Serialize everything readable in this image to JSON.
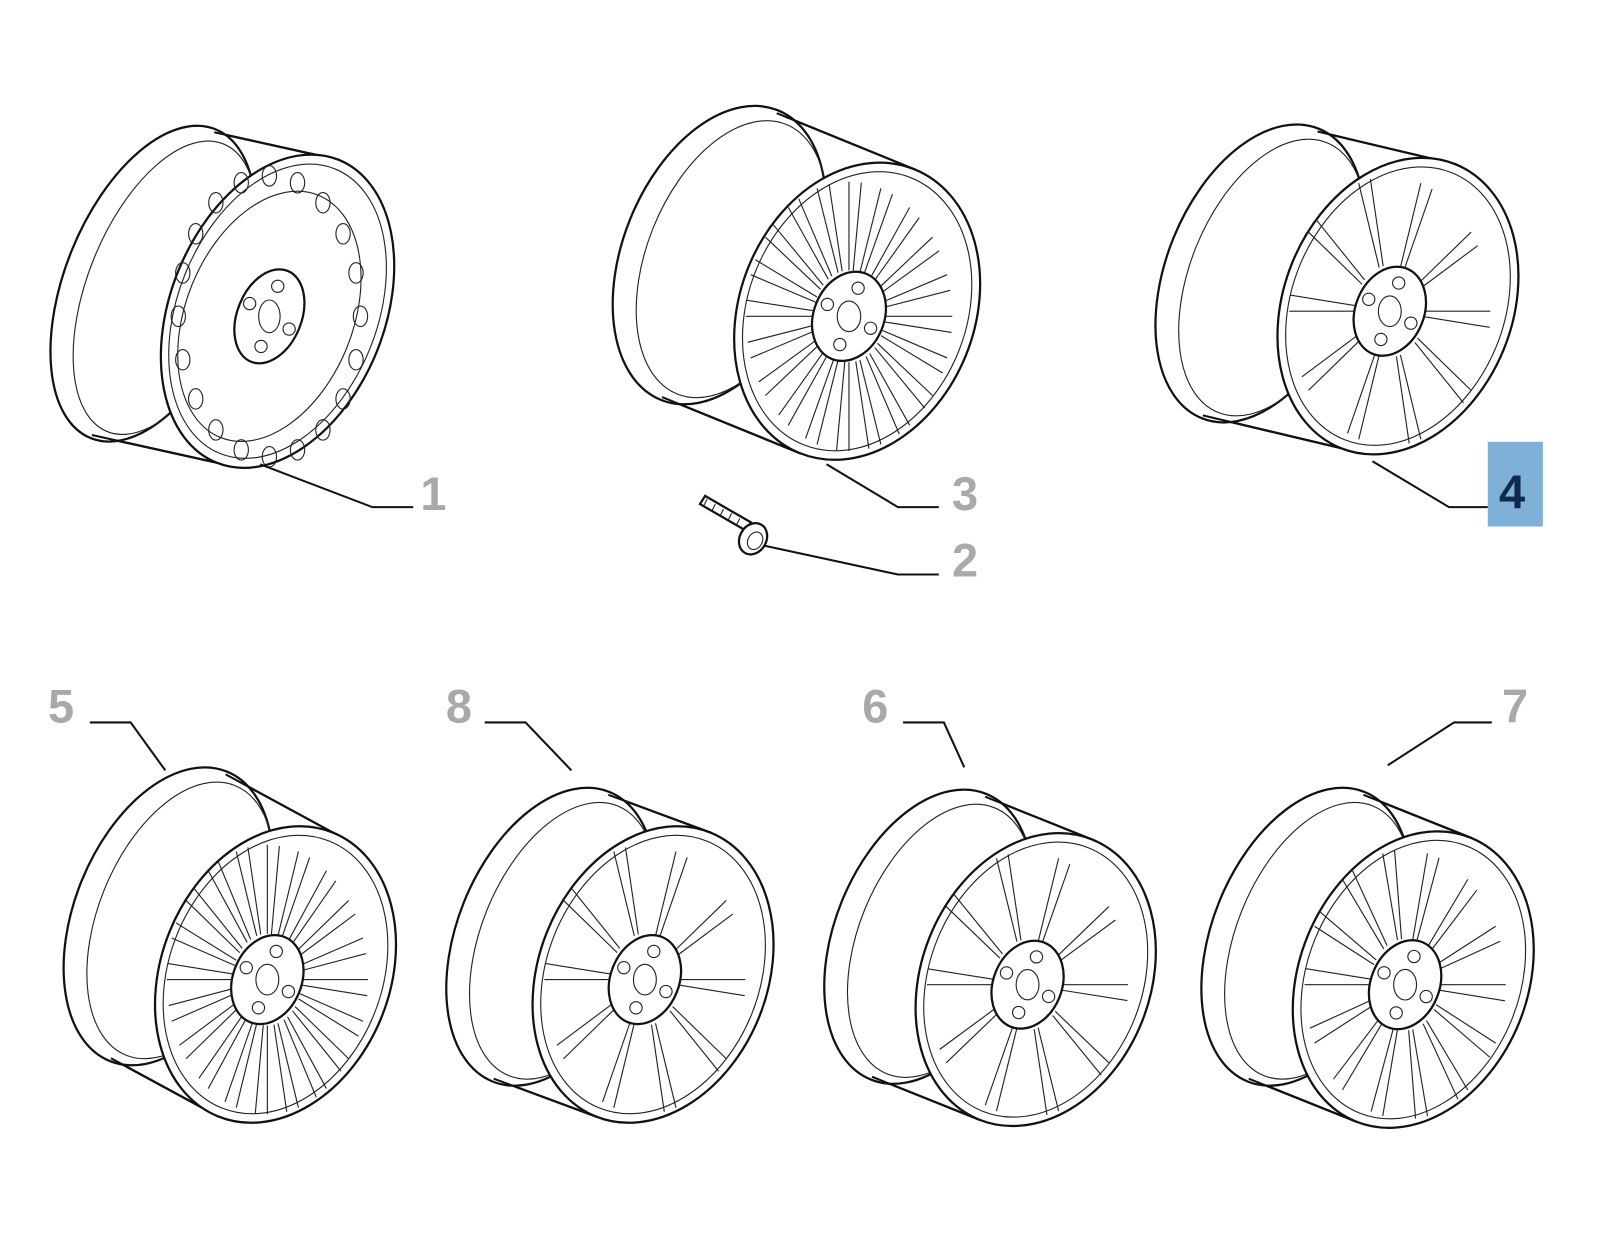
{
  "diagram": {
    "parts": [
      {
        "ref": "1",
        "kind": "steel-wheel",
        "selected": false
      },
      {
        "ref": "2",
        "kind": "wheel-bolt",
        "selected": false
      },
      {
        "ref": "3",
        "kind": "alloy-wheel",
        "selected": false
      },
      {
        "ref": "4",
        "kind": "alloy-wheel",
        "selected": true
      },
      {
        "ref": "5",
        "kind": "alloy-wheel",
        "selected": false
      },
      {
        "ref": "8",
        "kind": "alloy-wheel",
        "selected": false
      },
      {
        "ref": "6",
        "kind": "alloy-wheel",
        "selected": false
      },
      {
        "ref": "7",
        "kind": "alloy-wheel",
        "selected": false
      }
    ],
    "highlight_color": "#7fb0d8",
    "label_color": "#a9a9a9"
  }
}
